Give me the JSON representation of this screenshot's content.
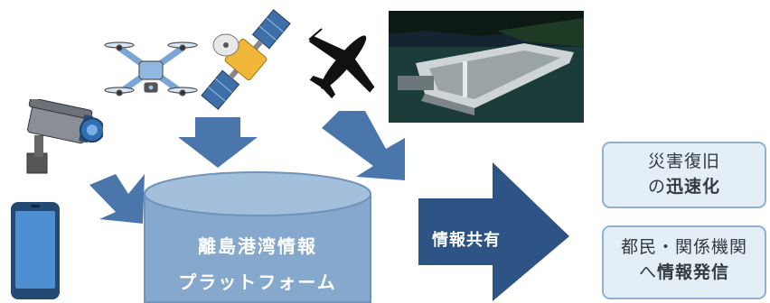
{
  "platform": {
    "line1": "離島港湾情報",
    "line2": "プラットフォーム"
  },
  "share_arrow": {
    "label": "情報共有"
  },
  "outputs": [
    {
      "line1": "災害復旧",
      "line2_prefix": "の",
      "line2_bold": "迅速化"
    },
    {
      "line1": "都民・関係機関",
      "line2_prefix": "へ",
      "line2_bold": "情報発信"
    }
  ],
  "sources": [
    "drone-icon",
    "satellite-icon",
    "airplane-icon",
    "harbor-3d-model-image",
    "security-camera-icon",
    "smartphone-icon"
  ],
  "colors": {
    "arrow": "#4a76ab",
    "dark_arrow": "#2e5385",
    "cylinder": "#86a8cd",
    "box_fill": "#e4eef7"
  }
}
